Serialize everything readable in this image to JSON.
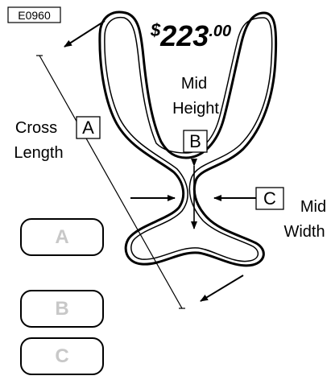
{
  "product_code": "E0960",
  "price": {
    "currency": "$",
    "whole": "223",
    "cents": ".00"
  },
  "dimensions": {
    "a": {
      "letter": "A",
      "label_line1": "Cross",
      "label_line2": "Length"
    },
    "b": {
      "letter": "B",
      "label_line1": "Mid",
      "label_line2": "Height"
    },
    "c": {
      "letter": "C",
      "label_line1": "Mid",
      "label_line2": "Width"
    }
  },
  "inputs": [
    {
      "placeholder": "A"
    },
    {
      "placeholder": "B"
    },
    {
      "placeholder": "C"
    }
  ]
}
